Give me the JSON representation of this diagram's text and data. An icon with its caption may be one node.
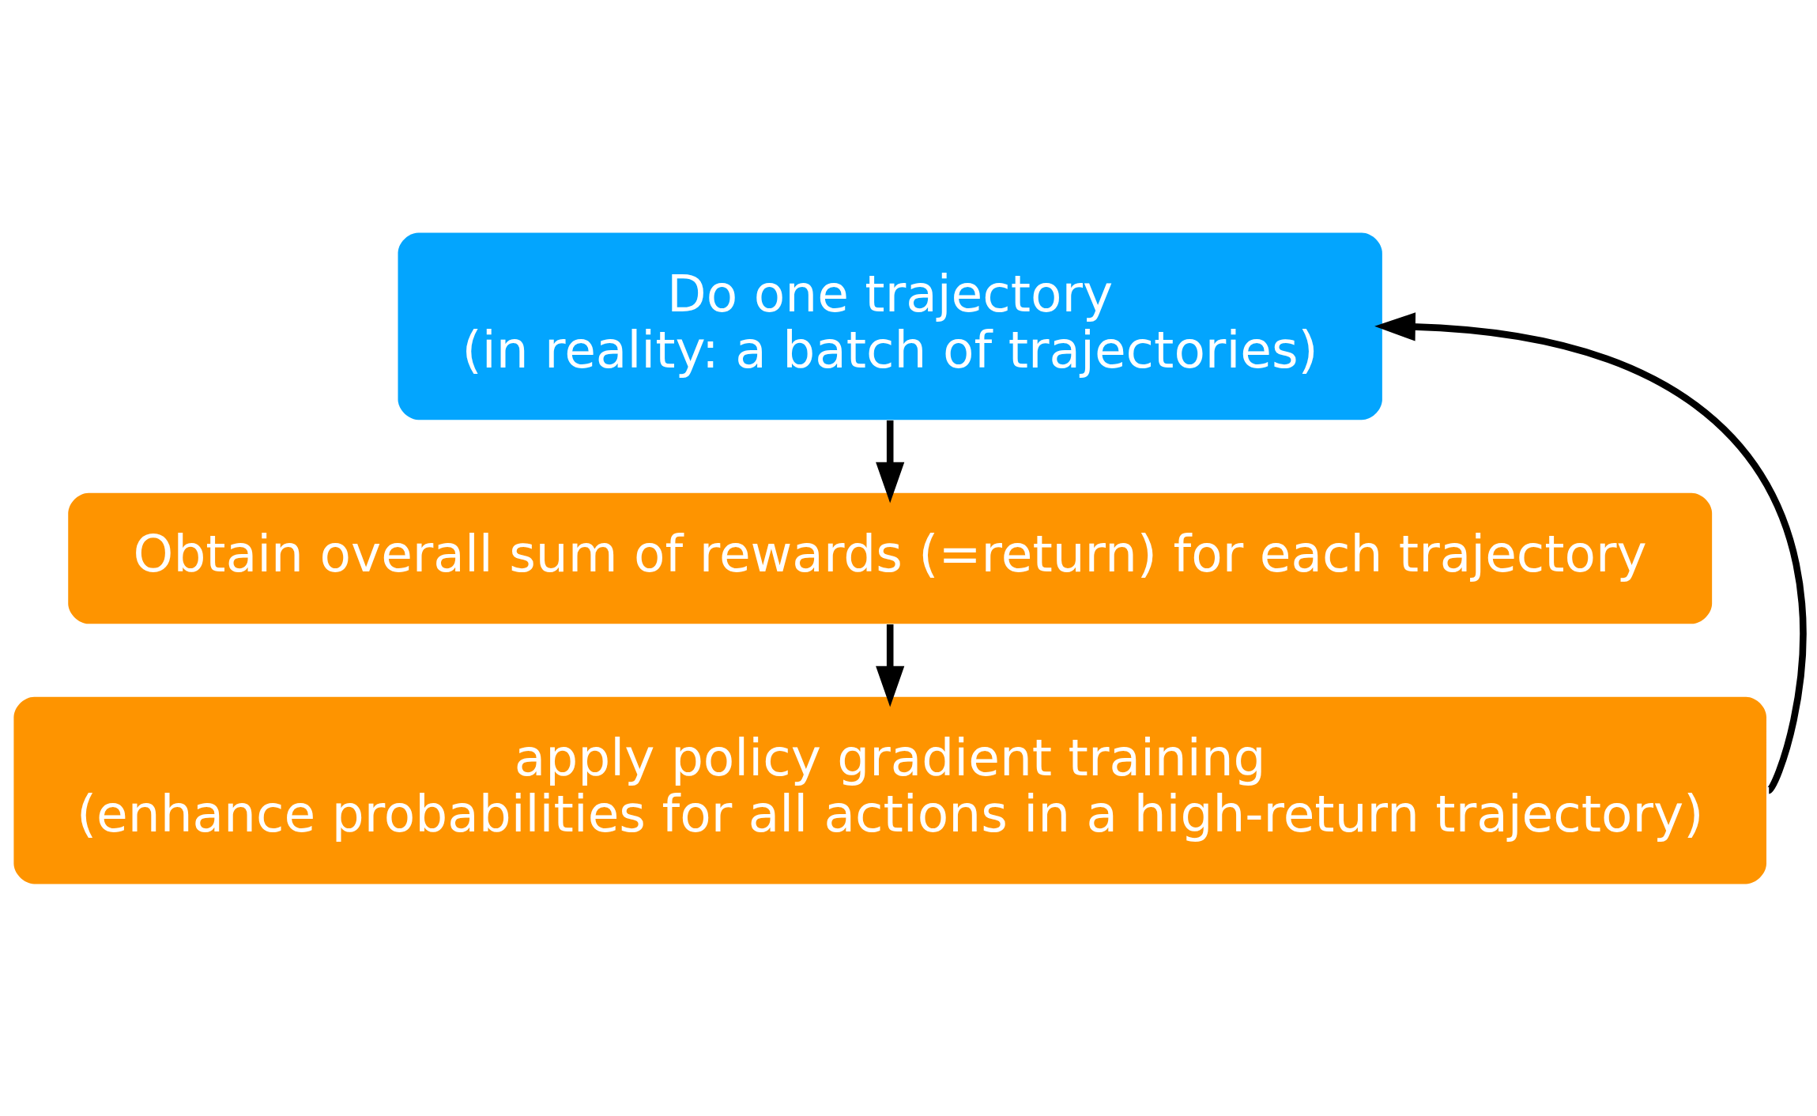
{
  "diagram": {
    "nodes": [
      {
        "text": [
          "Do one trajectory",
          "(in reality: a batch of trajectories)"
        ]
      },
      {
        "text": [
          "Obtain overall sum of rewards (=return) for each trajectory"
        ]
      },
      {
        "text": [
          "apply policy gradient training",
          "(enhance probabilities for all actions in a high-return trajectory)"
        ]
      }
    ],
    "edges": [
      {
        "from": 0,
        "to": 1,
        "arrow": "to"
      },
      {
        "from": 1,
        "to": 2,
        "arrow": "to"
      },
      {
        "from": 2,
        "to": 0,
        "arrow": "to"
      }
    ]
  }
}
